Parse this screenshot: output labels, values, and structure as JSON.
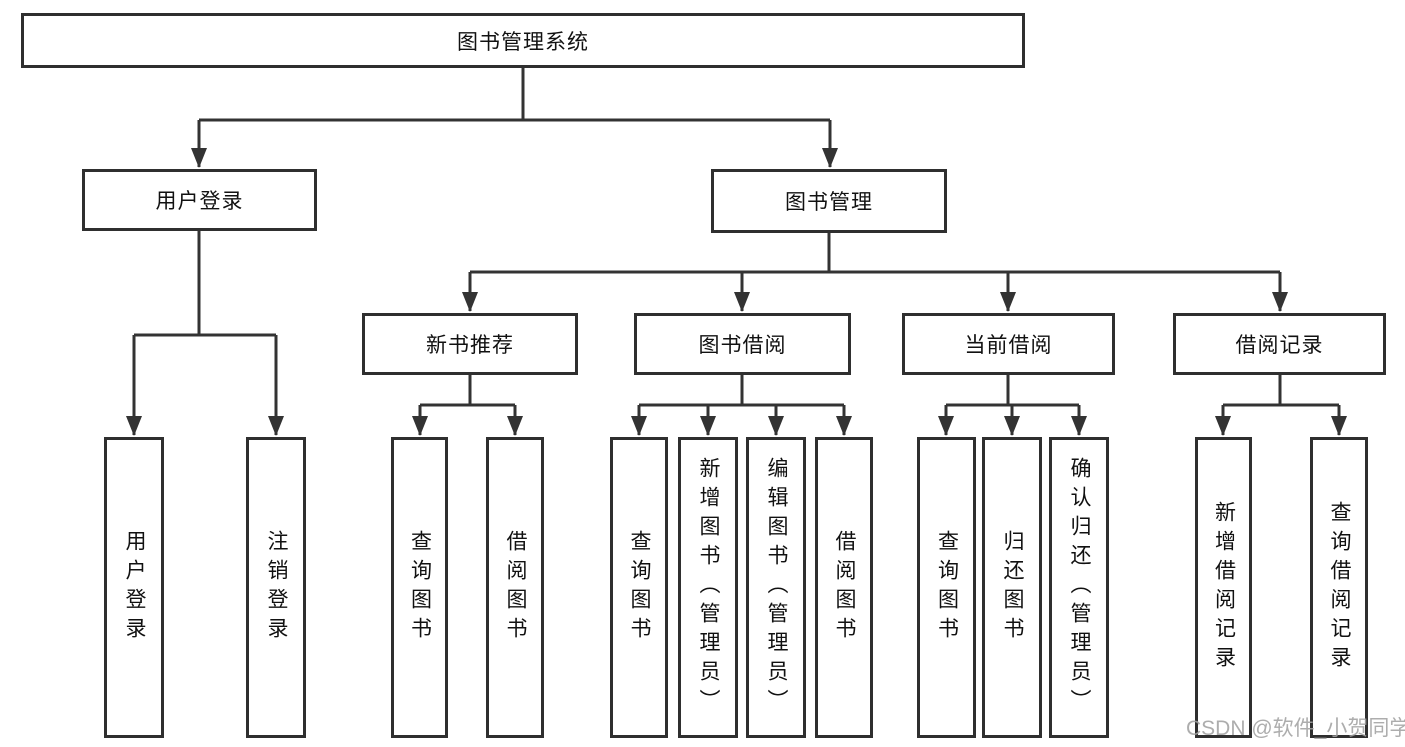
{
  "tree": {
    "label": "图书管理系统",
    "children": [
      {
        "label": "用户登录",
        "children": [
          {
            "label": "用户登录"
          },
          {
            "label": "注销登录"
          }
        ]
      },
      {
        "label": "图书管理",
        "children": [
          {
            "label": "新书推荐",
            "children": [
              {
                "label": "查询图书"
              },
              {
                "label": "借阅图书"
              }
            ]
          },
          {
            "label": "图书借阅",
            "children": [
              {
                "label": "查询图书"
              },
              {
                "label": "新增图书（管理员）"
              },
              {
                "label": "编辑图书（管理员）"
              },
              {
                "label": "借阅图书"
              }
            ]
          },
          {
            "label": "当前借阅",
            "children": [
              {
                "label": "查询图书"
              },
              {
                "label": "归还图书"
              },
              {
                "label": "确认归还（管理员）"
              }
            ]
          },
          {
            "label": "借阅记录",
            "children": [
              {
                "label": "新增借阅记录"
              },
              {
                "label": "查询借阅记录"
              }
            ]
          }
        ]
      }
    ]
  },
  "watermark": {
    "text": "CSDN @软件_小贺同学"
  },
  "colors": {
    "line": "#333333",
    "box_border": "#2f2f2f",
    "text": "#111111",
    "watermark": "#a2a2a2",
    "background": "#ffffff"
  }
}
